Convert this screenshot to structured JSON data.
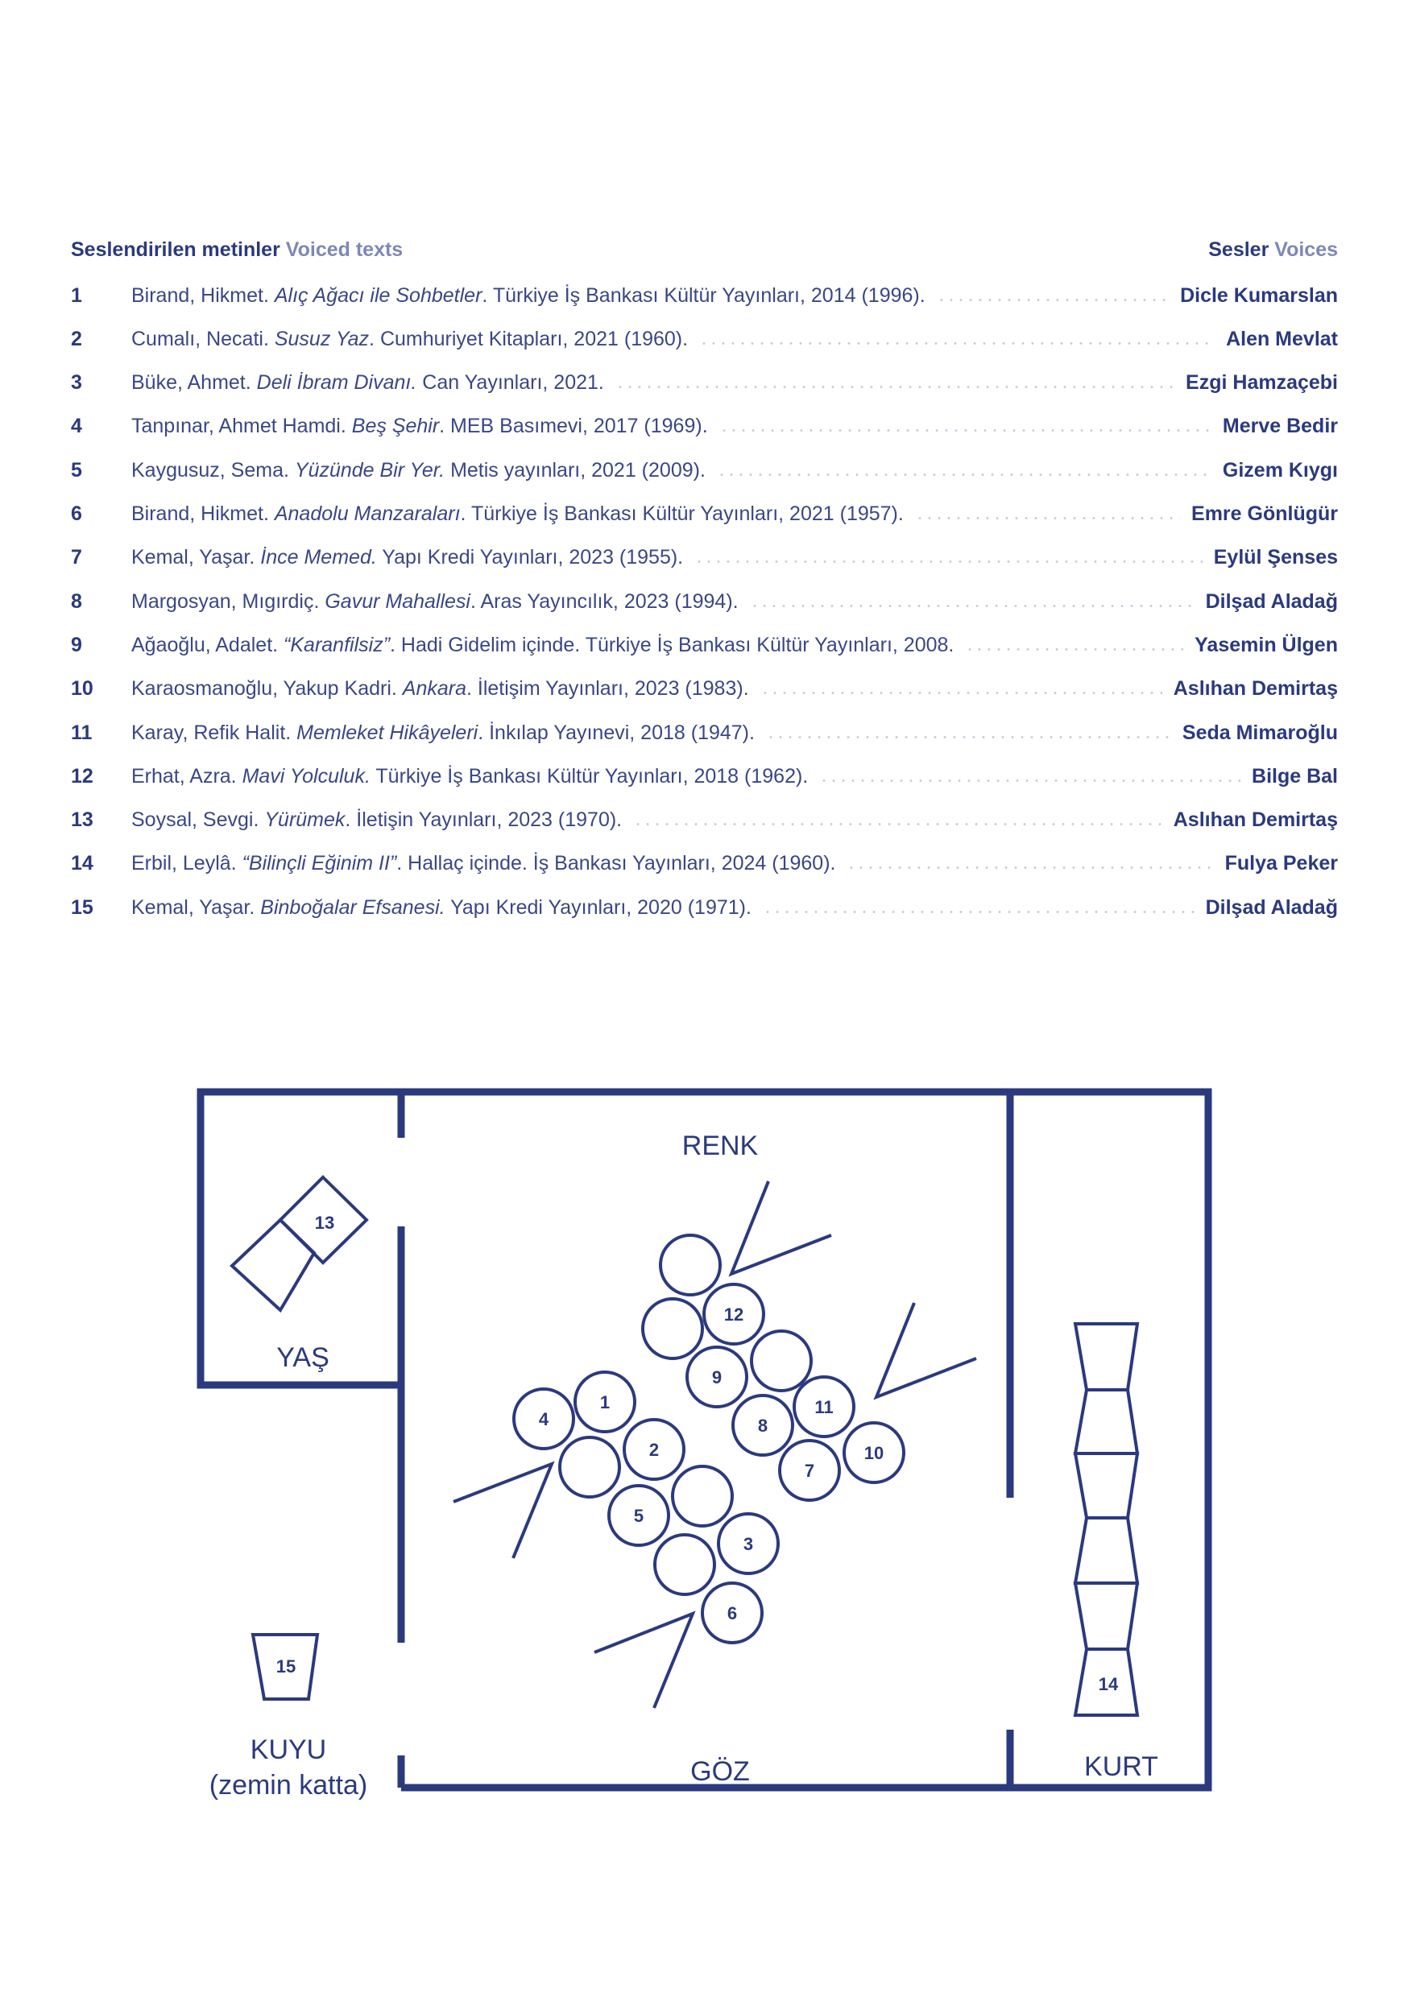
{
  "header": {
    "left_tr": "Seslendirilen metinler",
    "left_en": "Voiced texts",
    "right_tr": "Sesler",
    "right_en": "Voices"
  },
  "entries": [
    {
      "num": "1",
      "pre": "Birand, Hikmet. ",
      "title": "Alıç Ağacı ile Sohbetler",
      "post": ". Türkiye İş Bankası Kültür Yayınları, 2014 (1996).",
      "voice": "Dicle Kumarslan"
    },
    {
      "num": "2",
      "pre": "Cumalı, Necati. ",
      "title": "Susuz Yaz",
      "post": ". Cumhuriyet Kitapları, 2021 (1960).",
      "voice": "Alen Mevlat"
    },
    {
      "num": "3",
      "pre": "Büke, Ahmet. ",
      "title": "Deli İbram Divanı.",
      "post": " Can Yayınları, 2021.",
      "voice": "Ezgi Hamzaçebi"
    },
    {
      "num": "4",
      "pre": "Tanpınar, Ahmet Hamdi. ",
      "title": "Beş Şehir",
      "post": ". MEB Basımevi, 2017 (1969).",
      "voice": "Merve Bedir"
    },
    {
      "num": "5",
      "pre": "Kaygusuz, Sema. ",
      "title": "Yüzünde Bir Yer.",
      "post": " Metis yayınları, 2021 (2009).",
      "voice": "Gizem Kıygı"
    },
    {
      "num": "6",
      "pre": "Birand, Hikmet. ",
      "title": "Anadolu Manzaraları",
      "post": ". Türkiye İş Bankası Kültür Yayınları, 2021 (1957).",
      "voice": "Emre Gönlügür"
    },
    {
      "num": "7",
      "pre": "Kemal, Yaşar. ",
      "title": "İnce Memed.",
      "post": " Yapı Kredi Yayınları, 2023 (1955).",
      "voice": "Eylül Şenses"
    },
    {
      "num": "8",
      "pre": "Margosyan, Mıgırdiç. ",
      "title": "Gavur Mahallesi",
      "post": ". Aras Yayıncılık, 2023 (1994).",
      "voice": "Dilşad Aladağ"
    },
    {
      "num": "9",
      "pre": "Ağaoğlu, Adalet. ",
      "title": "“Karanfilsiz”",
      "post": ". Hadi Gidelim içinde. Türkiye İş Bankası Kültür Yayınları, 2008.",
      "voice": "Yasemin Ülgen"
    },
    {
      "num": "10",
      "pre": "Karaosmanoğlu, Yakup Kadri. ",
      "title": "Ankara",
      "post": ". İletişim Yayınları, 2023 (1983).",
      "voice": "Aslıhan Demirtaş"
    },
    {
      "num": "11",
      "pre": "Karay, Refik Halit. ",
      "title": "Memleket Hikâyeleri",
      "post": ". İnkılap Yayınevi, 2018 (1947).",
      "voice": "Seda Mimaroğlu"
    },
    {
      "num": "12",
      "pre": "Erhat, Azra. ",
      "title": "Mavi Yolculuk.",
      "post": " Türkiye İş Bankası Kültür Yayınları, 2018 (1962).",
      "voice": "Bilge Bal"
    },
    {
      "num": "13",
      "pre": "Soysal, Sevgi. ",
      "title": "Yürümek",
      "post": ". İletişin Yayınları, 2023 (1970).",
      "voice": "Aslıhan Demirtaş"
    },
    {
      "num": "14",
      "pre": "Erbil, Leylâ. ",
      "title": "“Bilinçli Eğinim II”",
      "post": ". Hallaç içinde. İş Bankası Yayınları, 2024 (1960).",
      "voice": "Fulya Peker"
    },
    {
      "num": "15",
      "pre": "Kemal, Yaşar. ",
      "title": "Binboğalar Efsanesi.",
      "post": "  Yapı Kredi Yayınları, 2020 (1971).",
      "voice": "Dilşad Aladağ"
    }
  ],
  "plan": {
    "rooms": {
      "renk": "RENK",
      "goz": "GÖZ",
      "yas": "YAŞ",
      "kurt": "KURT",
      "kuyu_1": "KUYU",
      "kuyu_2": "(zemin katta)"
    },
    "circle_labels": [
      "1",
      "2",
      "3",
      "4",
      "5",
      "6",
      "7",
      "8",
      "9",
      "10",
      "11",
      "12"
    ],
    "object_labels": {
      "yas_object": "13",
      "kurt_object": "14",
      "kuyu_object": "15"
    }
  },
  "colors": {
    "ink": "#2b3a7e",
    "muted": "#7d88b6",
    "dots": "#c3c8dc"
  }
}
